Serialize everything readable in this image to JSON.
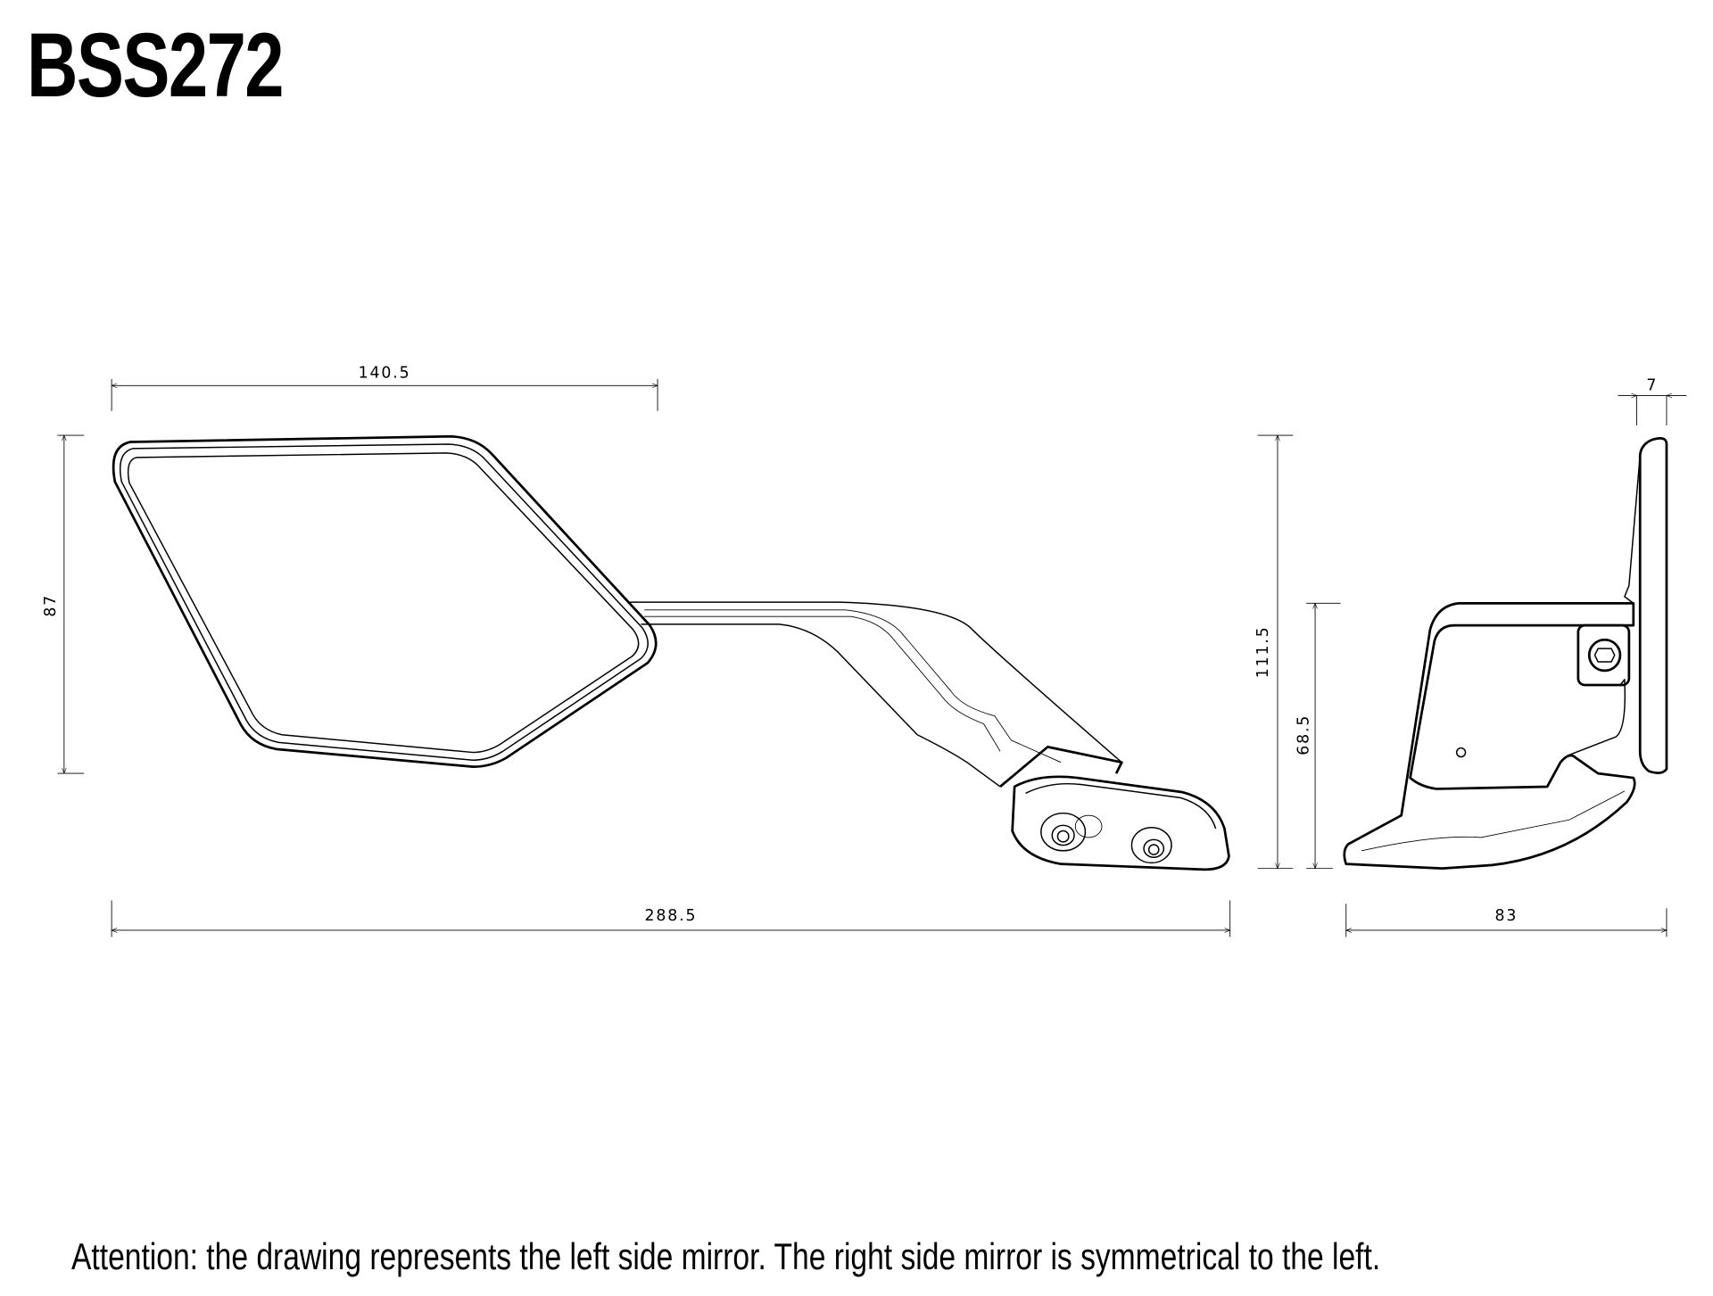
{
  "title": "BSS272",
  "dimensions": {
    "mirror_width": "140.5",
    "mirror_height": "87",
    "total_length": "288.5",
    "total_height": "111.5",
    "mount_height": "68.5",
    "side_depth": "83",
    "glass_thickness": "7"
  },
  "note": "Attention: the drawing represents the left side mirror. The right side mirror is symmetrical to the left."
}
